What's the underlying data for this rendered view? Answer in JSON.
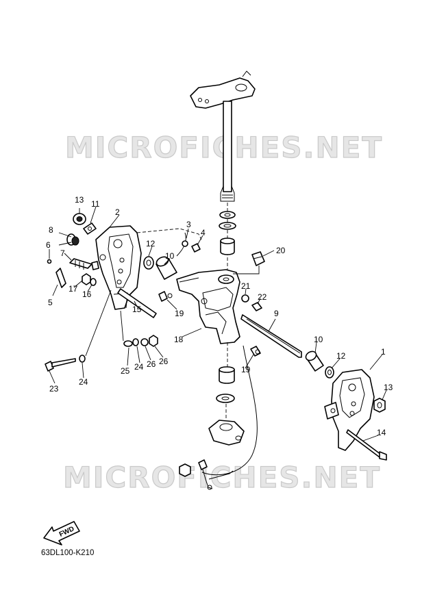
{
  "watermark": "MICROFICHES.NET",
  "diagram_code": "63DL100-K210",
  "direction_label": "FWD",
  "callouts": [
    "1",
    "2",
    "3",
    "4",
    "5",
    "6",
    "7",
    "8",
    "9",
    "10",
    "10",
    "11",
    "12",
    "12",
    "13",
    "13",
    "14",
    "15",
    "16",
    "17",
    "18",
    "19",
    "19",
    "20",
    "21",
    "22",
    "23",
    "24",
    "24",
    "25",
    "26",
    "26"
  ]
}
